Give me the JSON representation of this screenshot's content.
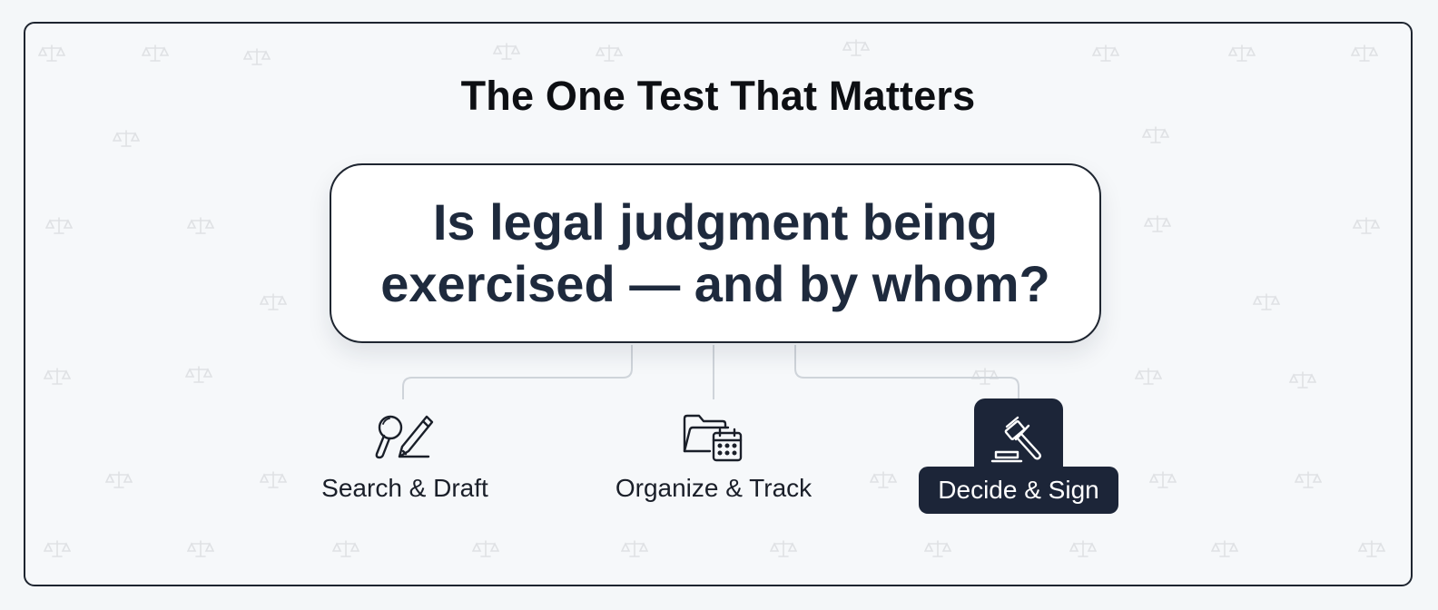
{
  "header": {
    "title": "The One Test That Matters"
  },
  "question": {
    "line1": "Is legal judgment being",
    "line2": "exercised — and by whom?"
  },
  "steps": [
    {
      "label": "Search & Draft",
      "icon": "magnifier-pen-icon",
      "highlighted": false
    },
    {
      "label": "Organize & Track",
      "icon": "folder-calendar-icon",
      "highlighted": false
    },
    {
      "label": "Decide & Sign",
      "icon": "gavel-icon",
      "highlighted": true
    }
  ],
  "watermark": {
    "icon": "scales-of-justice-icon"
  },
  "colors": {
    "background": "#f4f7f9",
    "frame_border": "#1e2530",
    "question_text": "#1e2a3d",
    "highlight_fill": "#1c2538",
    "connector": "#cfd4da"
  }
}
